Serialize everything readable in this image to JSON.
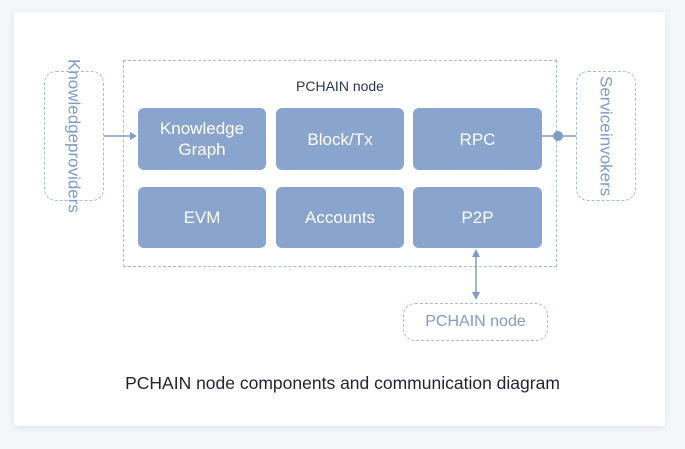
{
  "node": {
    "title": "PCHAIN node"
  },
  "components": {
    "knowledge_graph": "Knowledge Graph",
    "block_tx": "Block/Tx",
    "rpc": "RPC",
    "evm": "EVM",
    "accounts": "Accounts",
    "p2p": "P2P"
  },
  "left_box": {
    "line1": "Knowledge",
    "line2": "providers"
  },
  "right_box": {
    "line1": "Service",
    "line2": "invokers"
  },
  "peer_box": {
    "label": "PCHAIN node"
  },
  "caption": "PCHAIN node components and communication diagram",
  "colors": {
    "component_fill": "#8aa5cd",
    "dashed_border": "#a9bcd6",
    "connector": "#7f9cc4",
    "caption_text": "#1f2335"
  }
}
